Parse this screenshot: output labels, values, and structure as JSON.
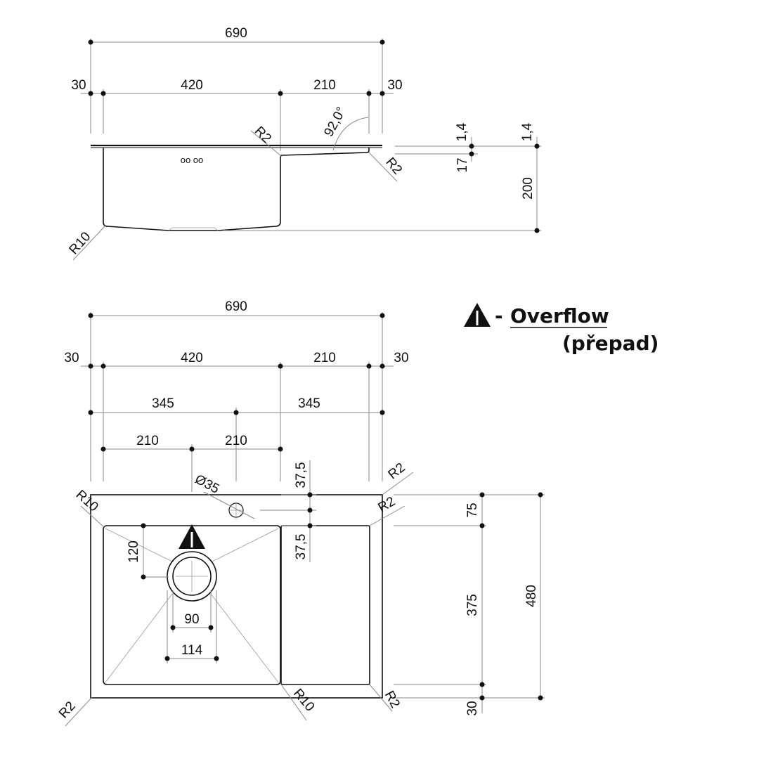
{
  "side_view": {
    "total_width": "690",
    "margin_left": "30",
    "bowl_width": "420",
    "drainer_width": "210",
    "margin_right": "30",
    "radius_deck": "R2",
    "radius_drainer": "R2",
    "angle": "92,0°",
    "radius_bottom": "R10",
    "thickness_1": "1,4",
    "thickness_2": "1,4",
    "drainer_depth": "17",
    "bowl_depth": "200"
  },
  "top_view": {
    "total_width": "690",
    "margin_left": "30",
    "bowl_width": "420",
    "drainer_width": "210",
    "margin_right": "30",
    "half_left": "345",
    "half_right": "345",
    "tap_left": "210",
    "tap_right": "210",
    "tap_offset_top": "37,5",
    "tap_offset_bottom": "37,5",
    "tap_hole": "Ø35",
    "radius_outer_tl": "R10",
    "radius_top_right": "R2",
    "radius_inner_tr": "R2",
    "drain_offset": "120",
    "drain_inner": "90",
    "drain_outer": "114",
    "depth_top": "75",
    "depth_bowl": "375",
    "depth_total": "480",
    "depth_bottom": "30",
    "radius_bottom_left": "R2",
    "radius_bowl_br": "R10",
    "radius_bottom_right": "R2"
  },
  "legend": {
    "symbol_dash": "-",
    "title": "Overflow",
    "subtitle": "(přepad)"
  }
}
